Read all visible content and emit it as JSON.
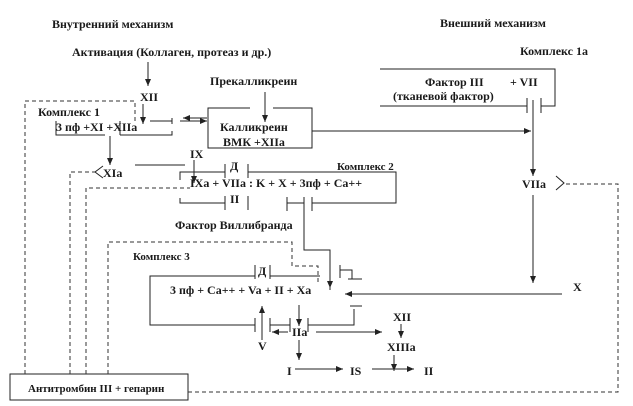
{
  "headings": {
    "intrinsic": "Внутренний  механизм",
    "extrinsic": "Внешний механизм"
  },
  "activation": "Активация (Коллаген, протеаз и др.)",
  "prekallikrein": "Прекалликреин",
  "xii_top": "XII",
  "complex1": {
    "label": "Комплекс 1",
    "formula": "3 пф +XI +XIIa"
  },
  "kallikrein": {
    "line1": "Калликреин",
    "line2": "ВМК +XIIa"
  },
  "complex1a": {
    "label": "Комплекс 1а",
    "factor": "Фактор III",
    "plus_vii": "+ VII",
    "tissue": "(тканевой фактор)"
  },
  "xia": "XIa",
  "ix": "IX",
  "viia": "VIIa",
  "complex2": {
    "label": "Комплекс 2",
    "d": "Д",
    "formula": "IXa  + VIIa : K +  X  + 3пф  + Ca++",
    "ii": "II"
  },
  "willebrand": "Фактор Виллибранда",
  "complex3": {
    "label": "Комплекс 3",
    "d": "Д",
    "formula": "3 пф  +  Ca++  + Va  +  II  +  Xa"
  },
  "x": "X",
  "iia": "IIa",
  "v": "V",
  "xii_bottom": "XII",
  "xiiia": "XIIIa",
  "i": "I",
  "is": "IS",
  "ii_end": "II",
  "antithrombin": "Антитромбин III + гепарин"
}
